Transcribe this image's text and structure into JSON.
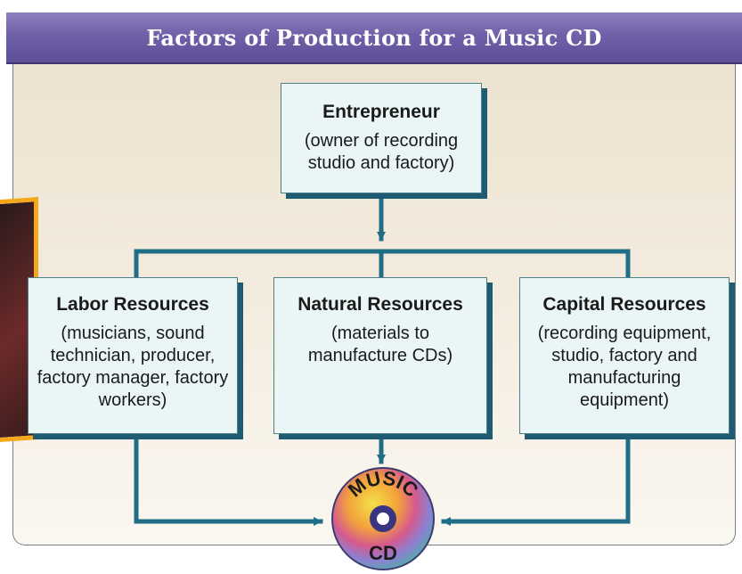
{
  "title": "Factors of Production for a Music CD",
  "nodes": {
    "entrepreneur": {
      "title": "Entrepreneur",
      "desc": "(owner of recording studio and factory)"
    },
    "labor": {
      "title": "Labor Resources",
      "desc": "(musicians, sound technician, producer, factory manager, factory workers)"
    },
    "natural": {
      "title": "Natural Resources",
      "desc": "(materials to manufacture CDs)"
    },
    "capital": {
      "title": "Capital Resources",
      "desc": "(recording equipment, studio, factory and manufacturing equipment)"
    }
  },
  "cd": {
    "top_text": "MUSIC",
    "bottom_text": "CD"
  },
  "colors": {
    "banner": "#6f60a8",
    "connector": "#1f6e86",
    "box_fill": "#eaf6f6",
    "box_shadow": "#1f5c74",
    "photo_frame": "#f6a81c"
  }
}
